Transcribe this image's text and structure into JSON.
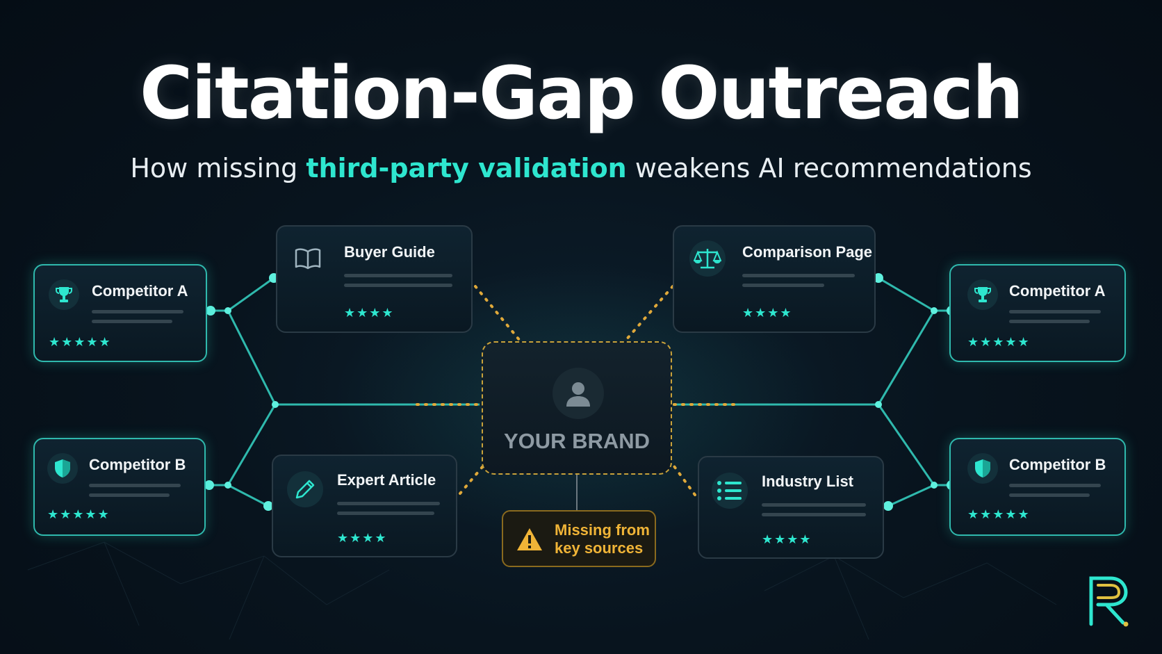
{
  "title": "Citation-Gap Outreach",
  "subtitle": {
    "before": "How missing ",
    "highlight": "third-party validation",
    "after": " weakens AI recommendations"
  },
  "brand": {
    "label": "YOUR BRAND",
    "icon": "user-icon"
  },
  "warning": {
    "line1": "Missing from",
    "line2": "key sources",
    "icon": "warning-icon"
  },
  "competitors": {
    "left_a": {
      "label": "Competitor A",
      "icon": "trophy-icon",
      "stars": "★★★★★"
    },
    "left_b": {
      "label": "Competitor B",
      "icon": "shield-icon",
      "stars": "★★★★★"
    },
    "right_a": {
      "label": "Competitor A",
      "icon": "trophy-icon",
      "stars": "★★★★★"
    },
    "right_b": {
      "label": "Competitor B",
      "icon": "shield-icon",
      "stars": "★★★★★"
    }
  },
  "sources": {
    "buyer_guide": {
      "label": "Buyer Guide",
      "icon": "book-icon",
      "stars": "★★★★"
    },
    "comparison": {
      "label": "Comparison Page",
      "icon": "scale-icon",
      "stars": "★★★★"
    },
    "expert": {
      "label": "Expert Article",
      "icon": "pencil-icon",
      "stars": "★★★★"
    },
    "industry": {
      "label": "Industry List",
      "icon": "list-icon",
      "stars": "★★★★"
    }
  },
  "colors": {
    "accent": "#2ee6cf",
    "warning": "#f0b437",
    "background": "#08141e"
  }
}
